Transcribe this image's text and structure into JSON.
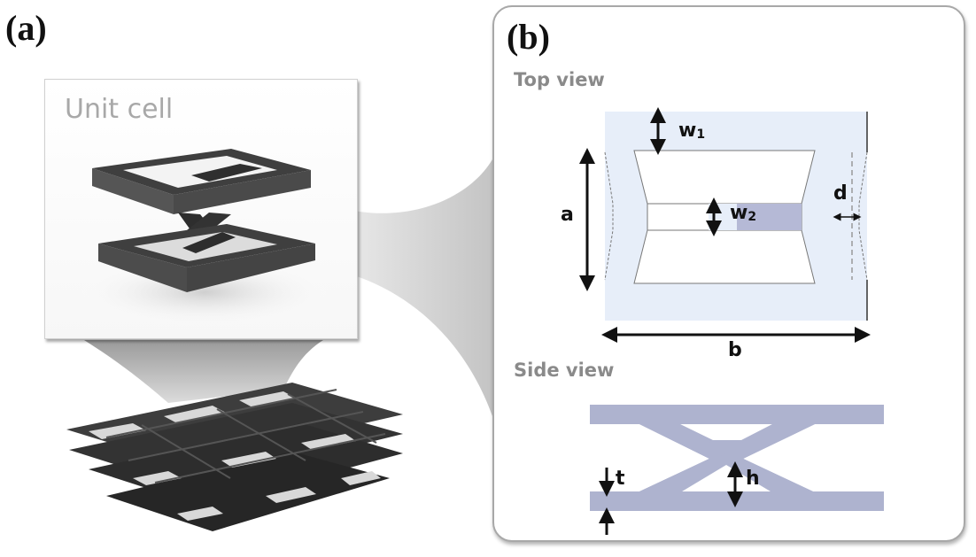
{
  "panels": {
    "a": {
      "label": "(a)",
      "unit_cell_title": "Unit cell"
    },
    "b": {
      "label": "(b)",
      "top_view_title": "Top view",
      "side_view_title": "Side view",
      "dimensions": {
        "w1": {
          "base": "w",
          "sub": "1"
        },
        "w2": {
          "base": "w",
          "sub": "2"
        },
        "a": "a",
        "b": "b",
        "d": "d",
        "t": "t",
        "h": "h"
      }
    }
  },
  "colors": {
    "frame_fill": "#e7eef9",
    "beam_fill": "#aeb3cf",
    "highlight_fill": "#b5b9d6",
    "funnel_gray": "#c8c8c8",
    "render_dark": "#3a3a3a"
  }
}
